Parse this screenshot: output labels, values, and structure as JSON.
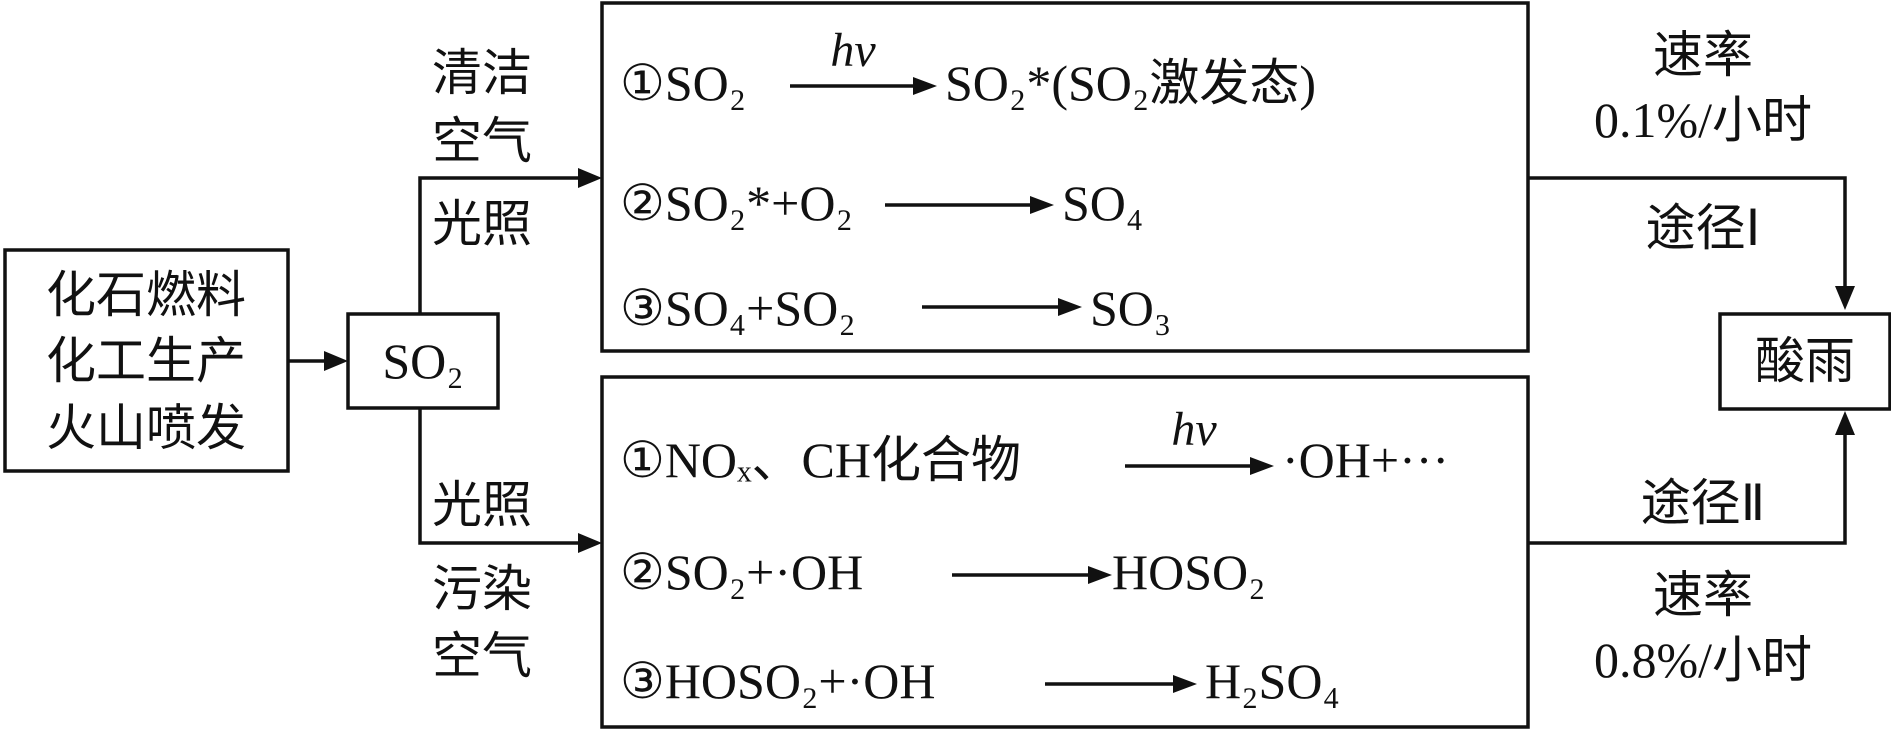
{
  "sources": {
    "line1": "化石燃料",
    "line2": "化工生产",
    "line3": "火山喷发"
  },
  "so2_box": {
    "label": "SO₂"
  },
  "upper_branch": {
    "above_line1": "清洁",
    "above_line2": "空气",
    "below": "光照"
  },
  "lower_branch": {
    "above": "光照",
    "below_line1": "污染",
    "below_line2": "空气"
  },
  "clean_air_reactions": {
    "r1_left": "①SO₂",
    "r1_condition": "hv",
    "r1_right": "SO₂*(SO₂激发态)",
    "r2_left": "②SO₂*+O₂",
    "r2_right": "SO₄",
    "r3_left": "③SO₄+SO₂",
    "r3_right": "SO₃"
  },
  "polluted_air_reactions": {
    "r1_left": "①NOₓ、CH化合物",
    "r1_condition": "hv",
    "r1_right": "·OH+···",
    "r2_left": "②SO₂+·OH",
    "r2_right": "HOSO₂",
    "r3_left": "③HOSO₂+·OH",
    "r3_right": "H₂SO₄"
  },
  "pathway1": {
    "rate_label": "速率",
    "rate_value": "0.1%/小时",
    "name": "途径Ⅰ"
  },
  "pathway2": {
    "name": "途径Ⅱ",
    "rate_label": "速率",
    "rate_value": "0.8%/小时"
  },
  "acid_rain": {
    "label": "酸雨"
  }
}
